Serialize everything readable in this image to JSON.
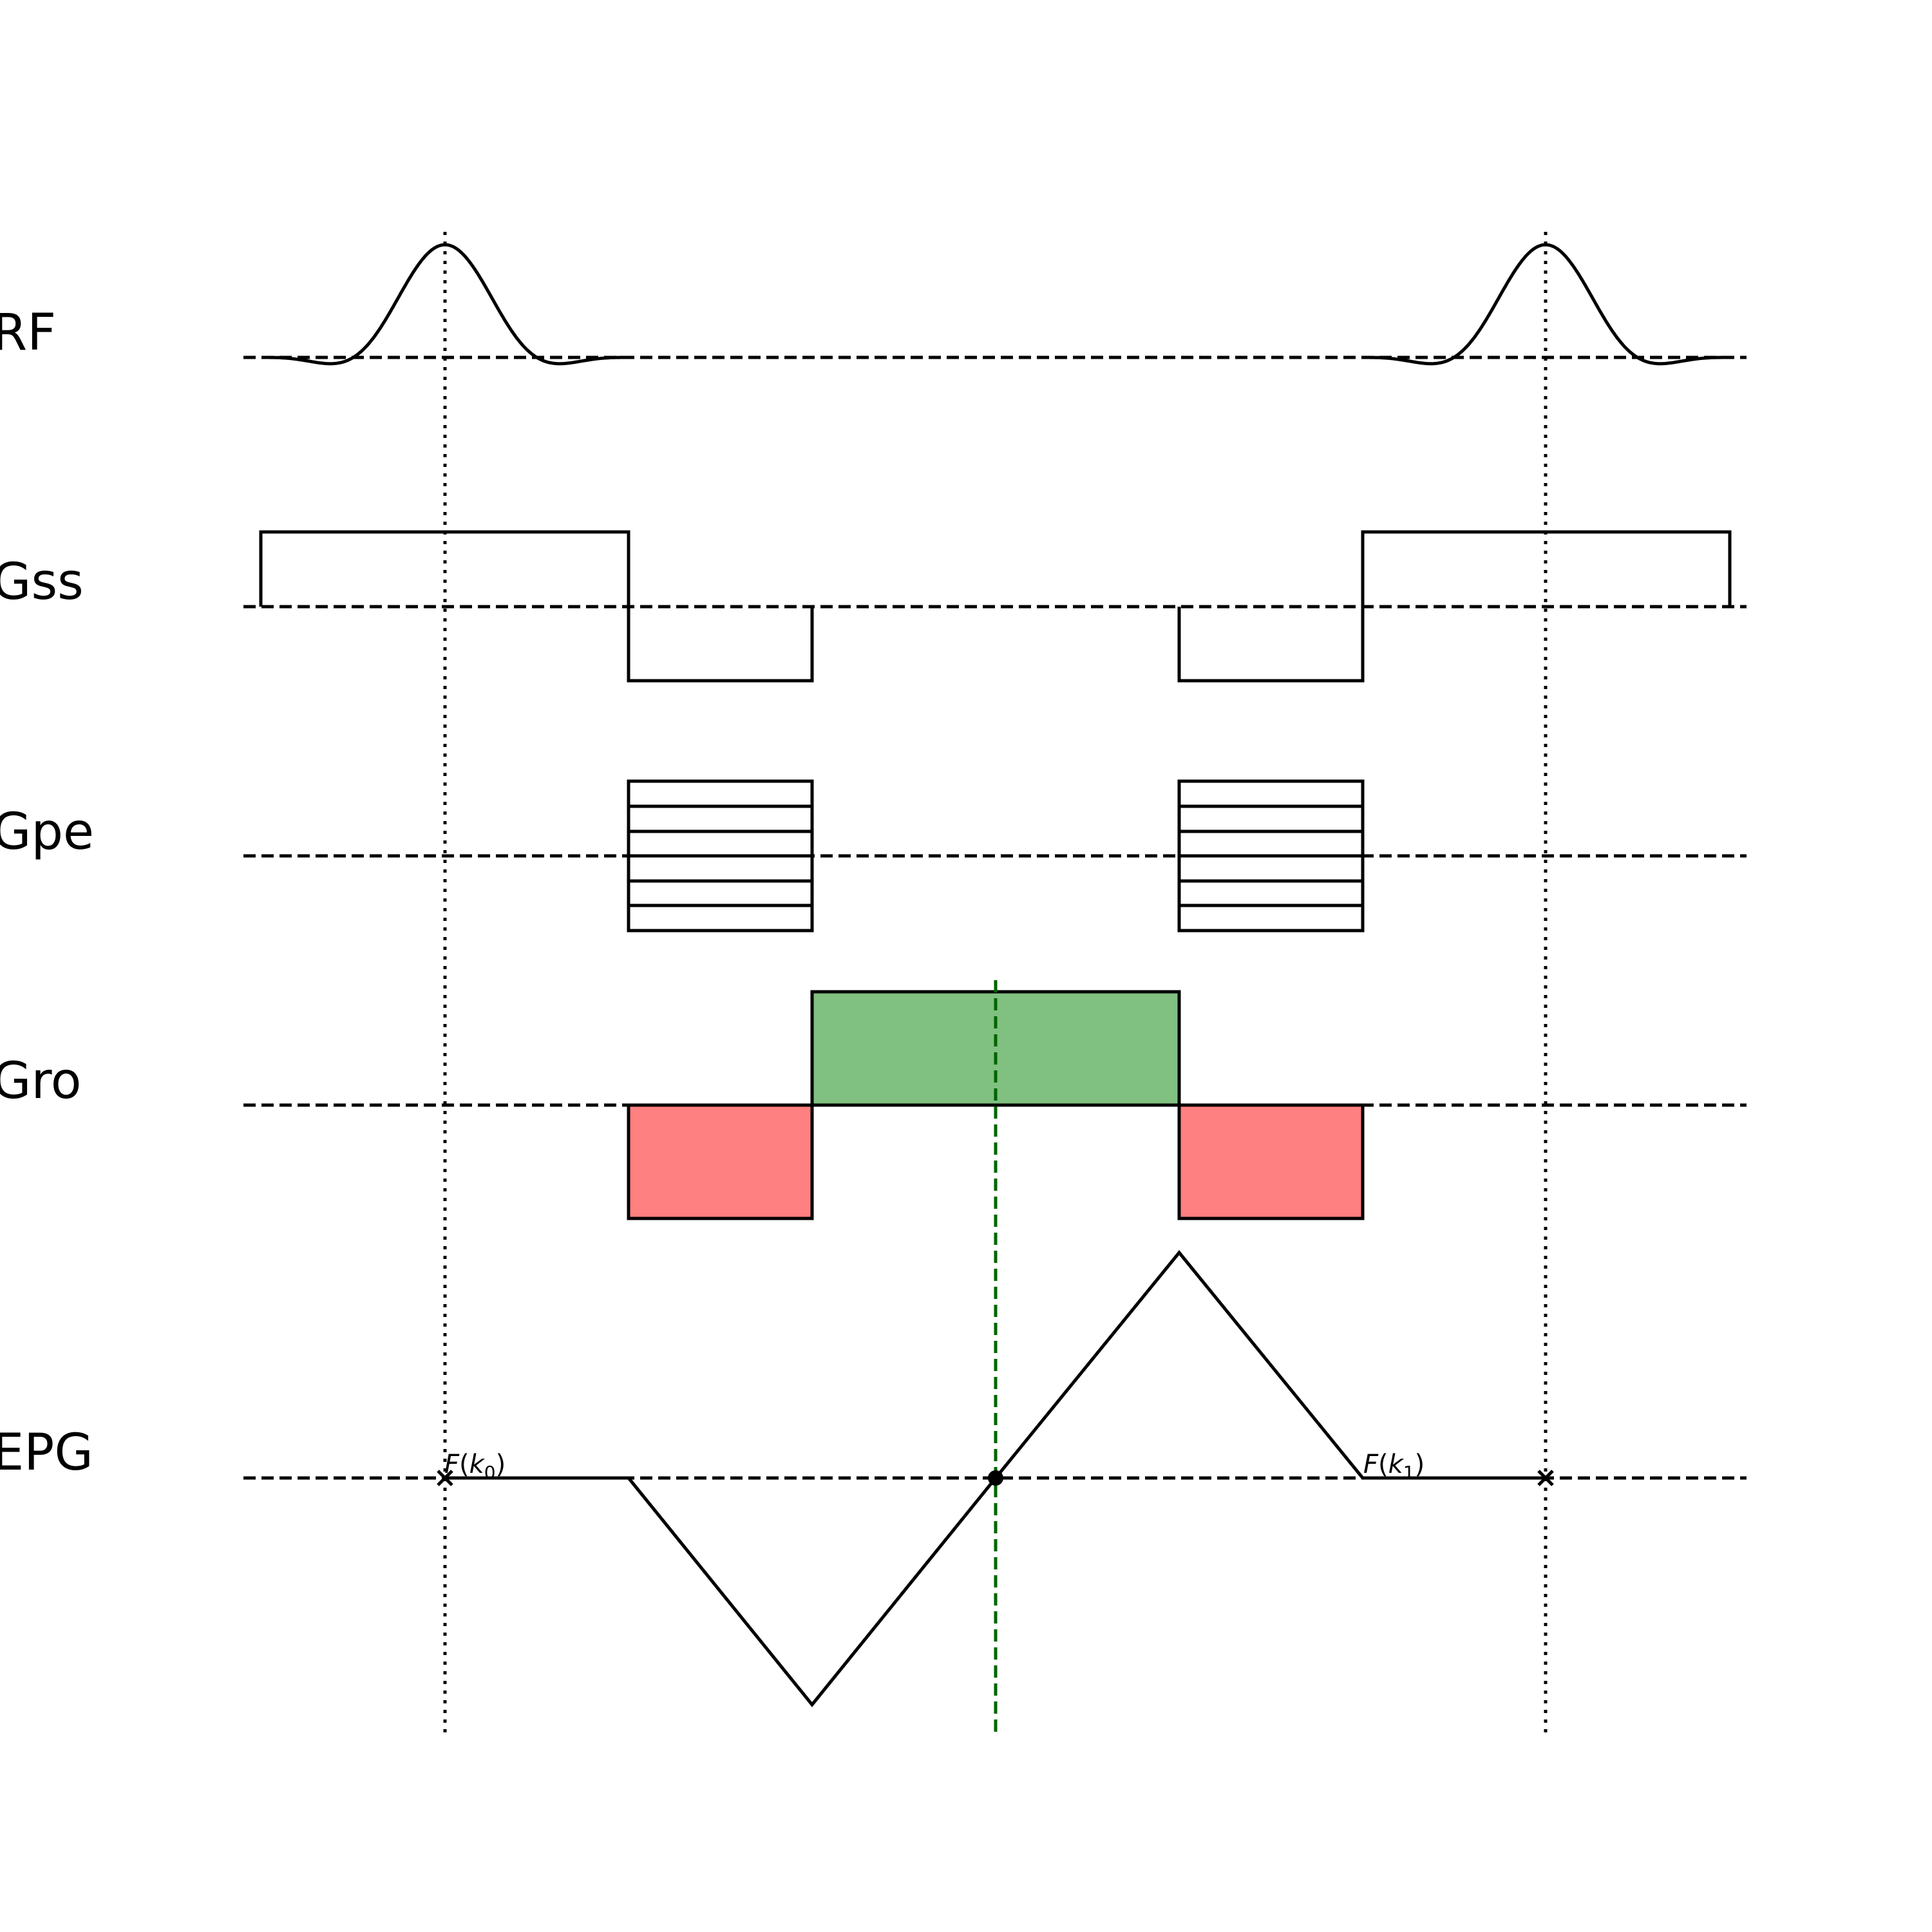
{
  "rows": [
    {
      "id": "rf",
      "label": "RF"
    },
    {
      "id": "gss",
      "label": "Gss"
    },
    {
      "id": "gpe",
      "label": "Gpe"
    },
    {
      "id": "gro",
      "label": "Gro"
    },
    {
      "id": "epg",
      "label": "EPG"
    }
  ],
  "annotations": {
    "k0": {
      "func": "F",
      "var": "k",
      "sub": "0"
    },
    "k1": {
      "func": "F",
      "var": "k",
      "sub": "1"
    }
  },
  "colors": {
    "readout_prephaser": "#ff8080",
    "readout_gradient": "#80c080",
    "echo_marker": "#006400"
  }
}
